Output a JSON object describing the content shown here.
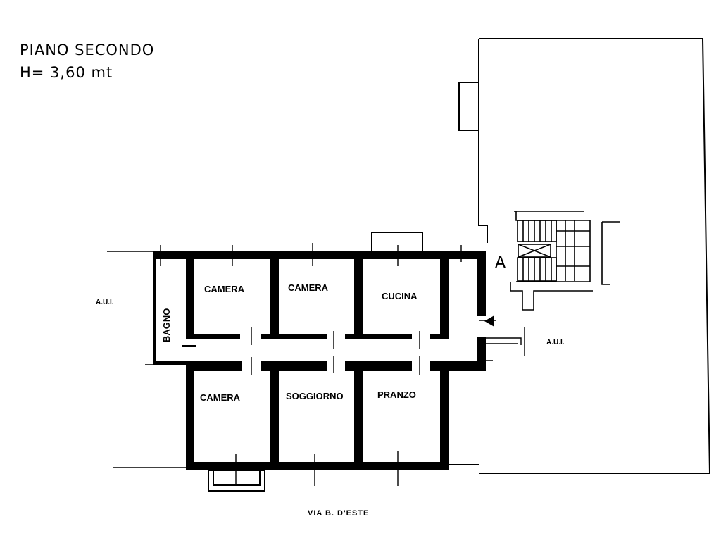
{
  "header": {
    "title": "PIANO  SECONDO",
    "height": "H= 3,60 mt"
  },
  "rooms": {
    "camera_1": "CAMERA",
    "camera_2": "CAMERA",
    "cucina": "CUCINA",
    "bagno": "BAGNO",
    "camera_3": "CAMERA",
    "soggiorno": "SOGGIORNO",
    "pranzo": "PRANZO"
  },
  "annotations": {
    "aui_left": "A.U.I.",
    "aui_right": "A.U.I.",
    "stair_marker": "A",
    "street": "VIA  B. D'ESTE"
  },
  "colors": {
    "ink": "#000000",
    "paper": "#ffffff"
  }
}
